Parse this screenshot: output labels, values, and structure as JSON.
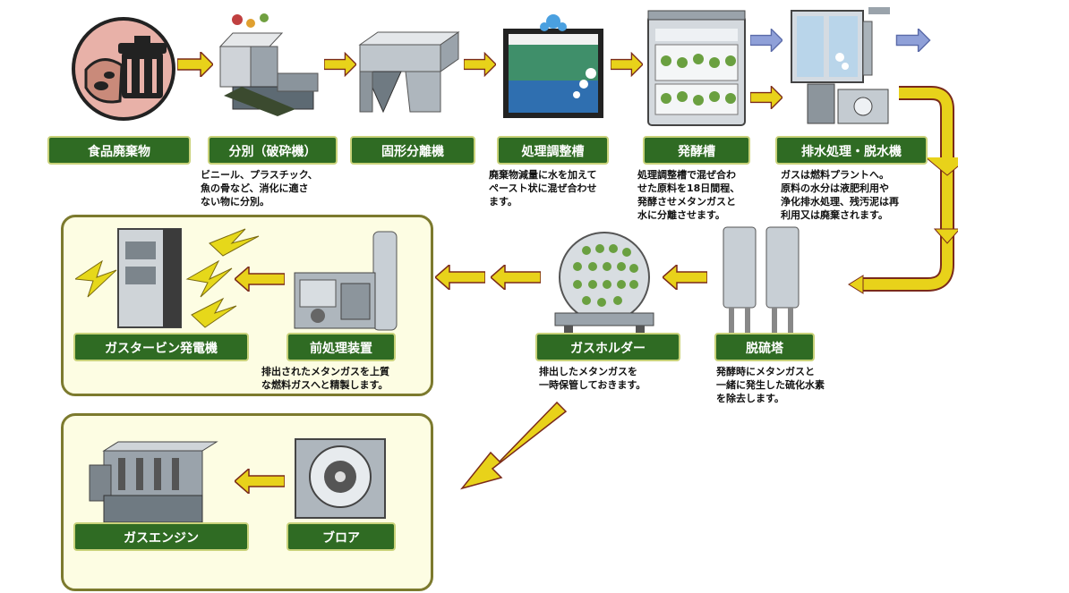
{
  "stages": {
    "food_waste": {
      "label": "食品廃棄物"
    },
    "sorting": {
      "label": "分別（破砕機）",
      "desc": "ビニール、プラスチック、\n魚の骨など、消化に適さ\nない物に分別。"
    },
    "solid_separator": {
      "label": "固形分離機"
    },
    "adjust_tank": {
      "label": "処理調整槽",
      "desc": "廃棄物減量に水を加えて\nペースト状に混ぜ合わせ\nます。"
    },
    "fermenter": {
      "label": "発酵槽",
      "desc": "処理調整槽で混ぜ合わ\nせた原料を18日間程、\n発酵させメタンガスと\n水に分離させます。"
    },
    "drainage": {
      "label": "排水処理・脱水機",
      "desc": "ガスは燃料プラントへ。\n原料の水分は液肥利用や\n浄化排水処理、残汚泥は再\n利用又は廃棄されます。"
    },
    "desulfurizer": {
      "label": "脱硫塔",
      "desc": "発酵時にメタンガスと\n一緒に発生した硫化水素\nを除去します。"
    },
    "gas_holder": {
      "label": "ガスホルダー",
      "desc": "排出したメタンガスを\n一時保管しておきます。"
    },
    "pretreatment": {
      "label": "前処理装置",
      "desc": "排出されたメタンガスを上質\nな燃料ガスへと精製します。"
    },
    "gas_turbine": {
      "label": "ガスタービン発電機"
    },
    "blower": {
      "label": "ブロア"
    },
    "gas_engine": {
      "label": "ガスエンジン"
    }
  },
  "colors": {
    "label_bg": "#2f6b23",
    "panel_bg": "#fdfde3",
    "panel_border": "#7c7a2e",
    "arrow_yellow": "#e8d21a",
    "arrow_dark": "#7a2a1a",
    "arrow_blue": "#8fa0d8"
  }
}
